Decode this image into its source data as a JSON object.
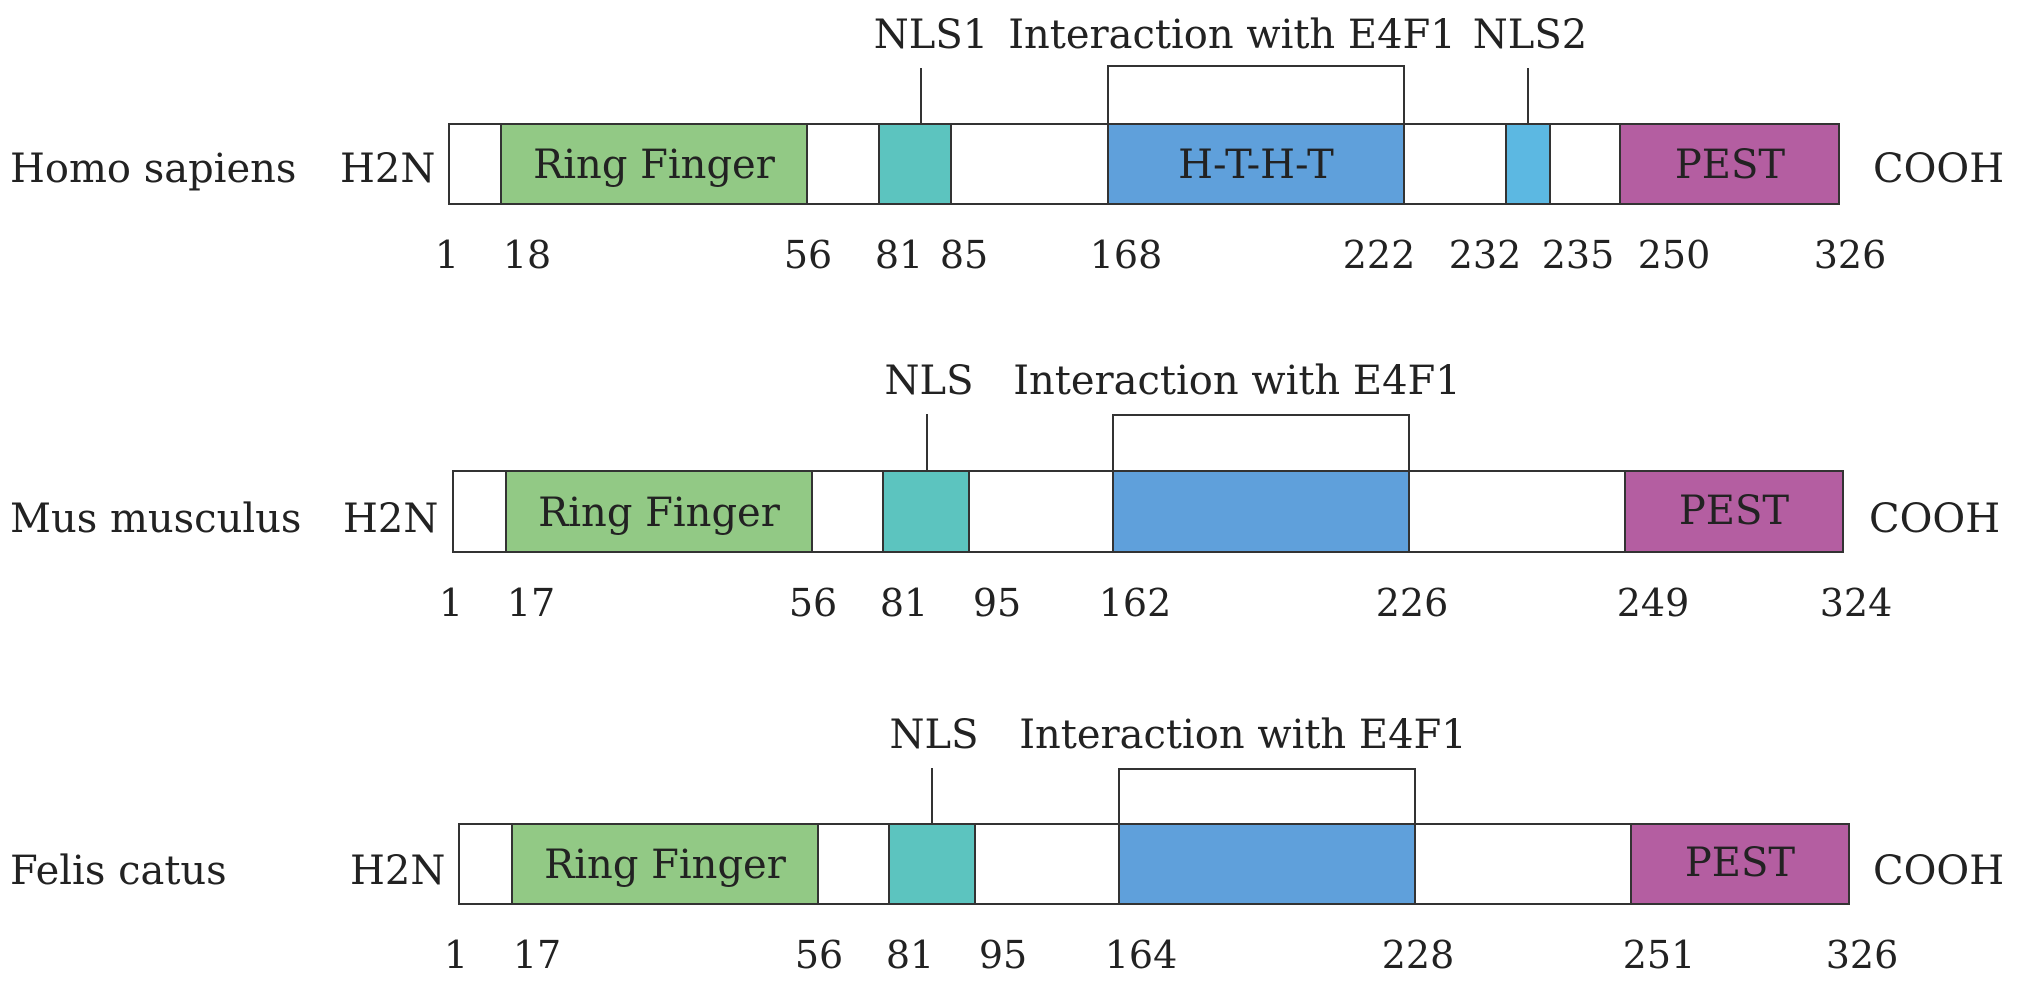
{
  "colors": {
    "ring": "#92c985",
    "nls": "#5cc4bf",
    "interaction": "#5fa0db",
    "nls2": "#5cb8e2",
    "pest": "#b45ea1",
    "backbone": "#ffffff"
  },
  "termini": {
    "n": "H2N",
    "c": "COOH"
  },
  "rows": [
    {
      "species": "Homo sapiens",
      "nls_labels": [
        "NLS1",
        "NLS2"
      ],
      "interaction_label": "Interaction with E4F1",
      "domains": {
        "ring": "Ring Finger",
        "interaction": "H-T-H-T",
        "pest": "PEST"
      },
      "positions": [
        "1",
        "18",
        "56",
        "81",
        "85",
        "168",
        "222",
        "232",
        "235",
        "250",
        "326"
      ]
    },
    {
      "species": "Mus musculus",
      "nls_labels": [
        "NLS"
      ],
      "interaction_label": "Interaction with E4F1",
      "domains": {
        "ring": "Ring Finger",
        "interaction": "",
        "pest": "PEST"
      },
      "positions": [
        "1",
        "17",
        "56",
        "81",
        "95",
        "162",
        "226",
        "249",
        "324"
      ]
    },
    {
      "species": "Felis catus",
      "nls_labels": [
        "NLS"
      ],
      "interaction_label": "Interaction with E4F1",
      "domains": {
        "ring": "Ring Finger",
        "interaction": "",
        "pest": "PEST"
      },
      "positions": [
        "1",
        "17",
        "56",
        "81",
        "95",
        "164",
        "228",
        "251",
        "326"
      ]
    }
  ]
}
